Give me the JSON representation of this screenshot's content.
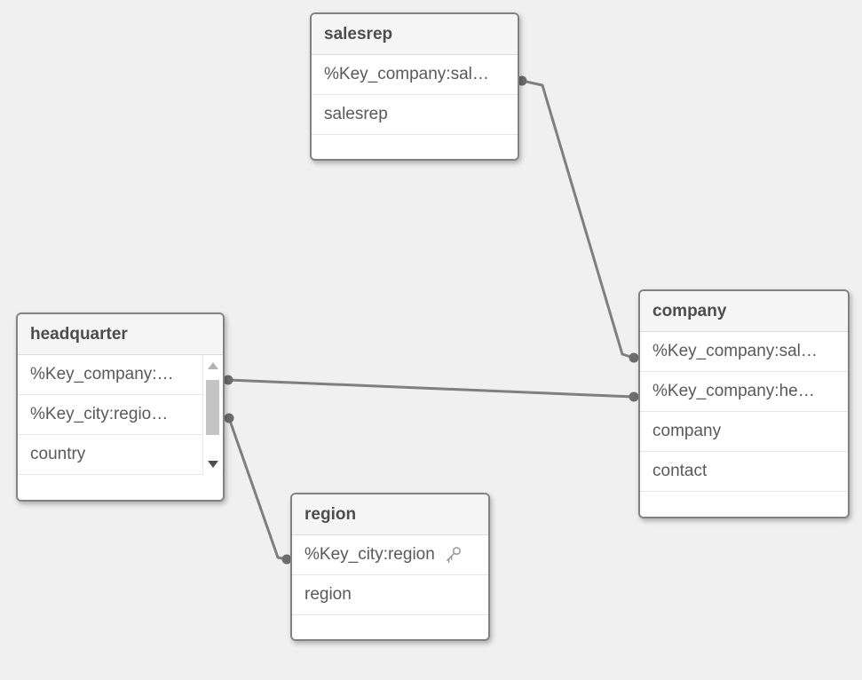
{
  "tables": [
    {
      "name": "salesrep",
      "fields": [
        {
          "name": "%Key_company:sal…"
        },
        {
          "name": "salesrep"
        }
      ]
    },
    {
      "name": "company",
      "fields": [
        {
          "name": "%Key_company:sal…"
        },
        {
          "name": "%Key_company:he…"
        },
        {
          "name": "company"
        },
        {
          "name": "contact"
        }
      ]
    },
    {
      "name": "headquarter",
      "fields": [
        {
          "name": "%Key_company:…"
        },
        {
          "name": "%Key_city:regio…"
        },
        {
          "name": "country"
        }
      ],
      "scrollbar": true
    },
    {
      "name": "region",
      "fields": [
        {
          "name": "%Key_city:region",
          "key_icon": "key-icon"
        },
        {
          "name": "region"
        }
      ]
    }
  ],
  "connections": [
    {
      "from_table": "salesrep",
      "from_field": "%Key_company:sal…",
      "to_table": "company",
      "to_field": "%Key_company:sal…"
    },
    {
      "from_table": "headquarter",
      "from_field": "%Key_company:…",
      "to_table": "company",
      "to_field": "%Key_company:he…"
    },
    {
      "from_table": "headquarter",
      "from_field": "%Key_city:regio…",
      "to_table": "region",
      "to_field": "%Key_city:region"
    }
  ],
  "colors": {
    "canvas_bg": "#f0f0f0",
    "table_border": "#828282",
    "header_bg": "#f5f5f5",
    "row_bg": "#ffffff",
    "text": "#595959",
    "divider": "#e7e7e7",
    "association_line": "#7f7f7f",
    "association_dot": "#6d6d6d",
    "scrollbar_thumb": "#c4c4c4"
  }
}
